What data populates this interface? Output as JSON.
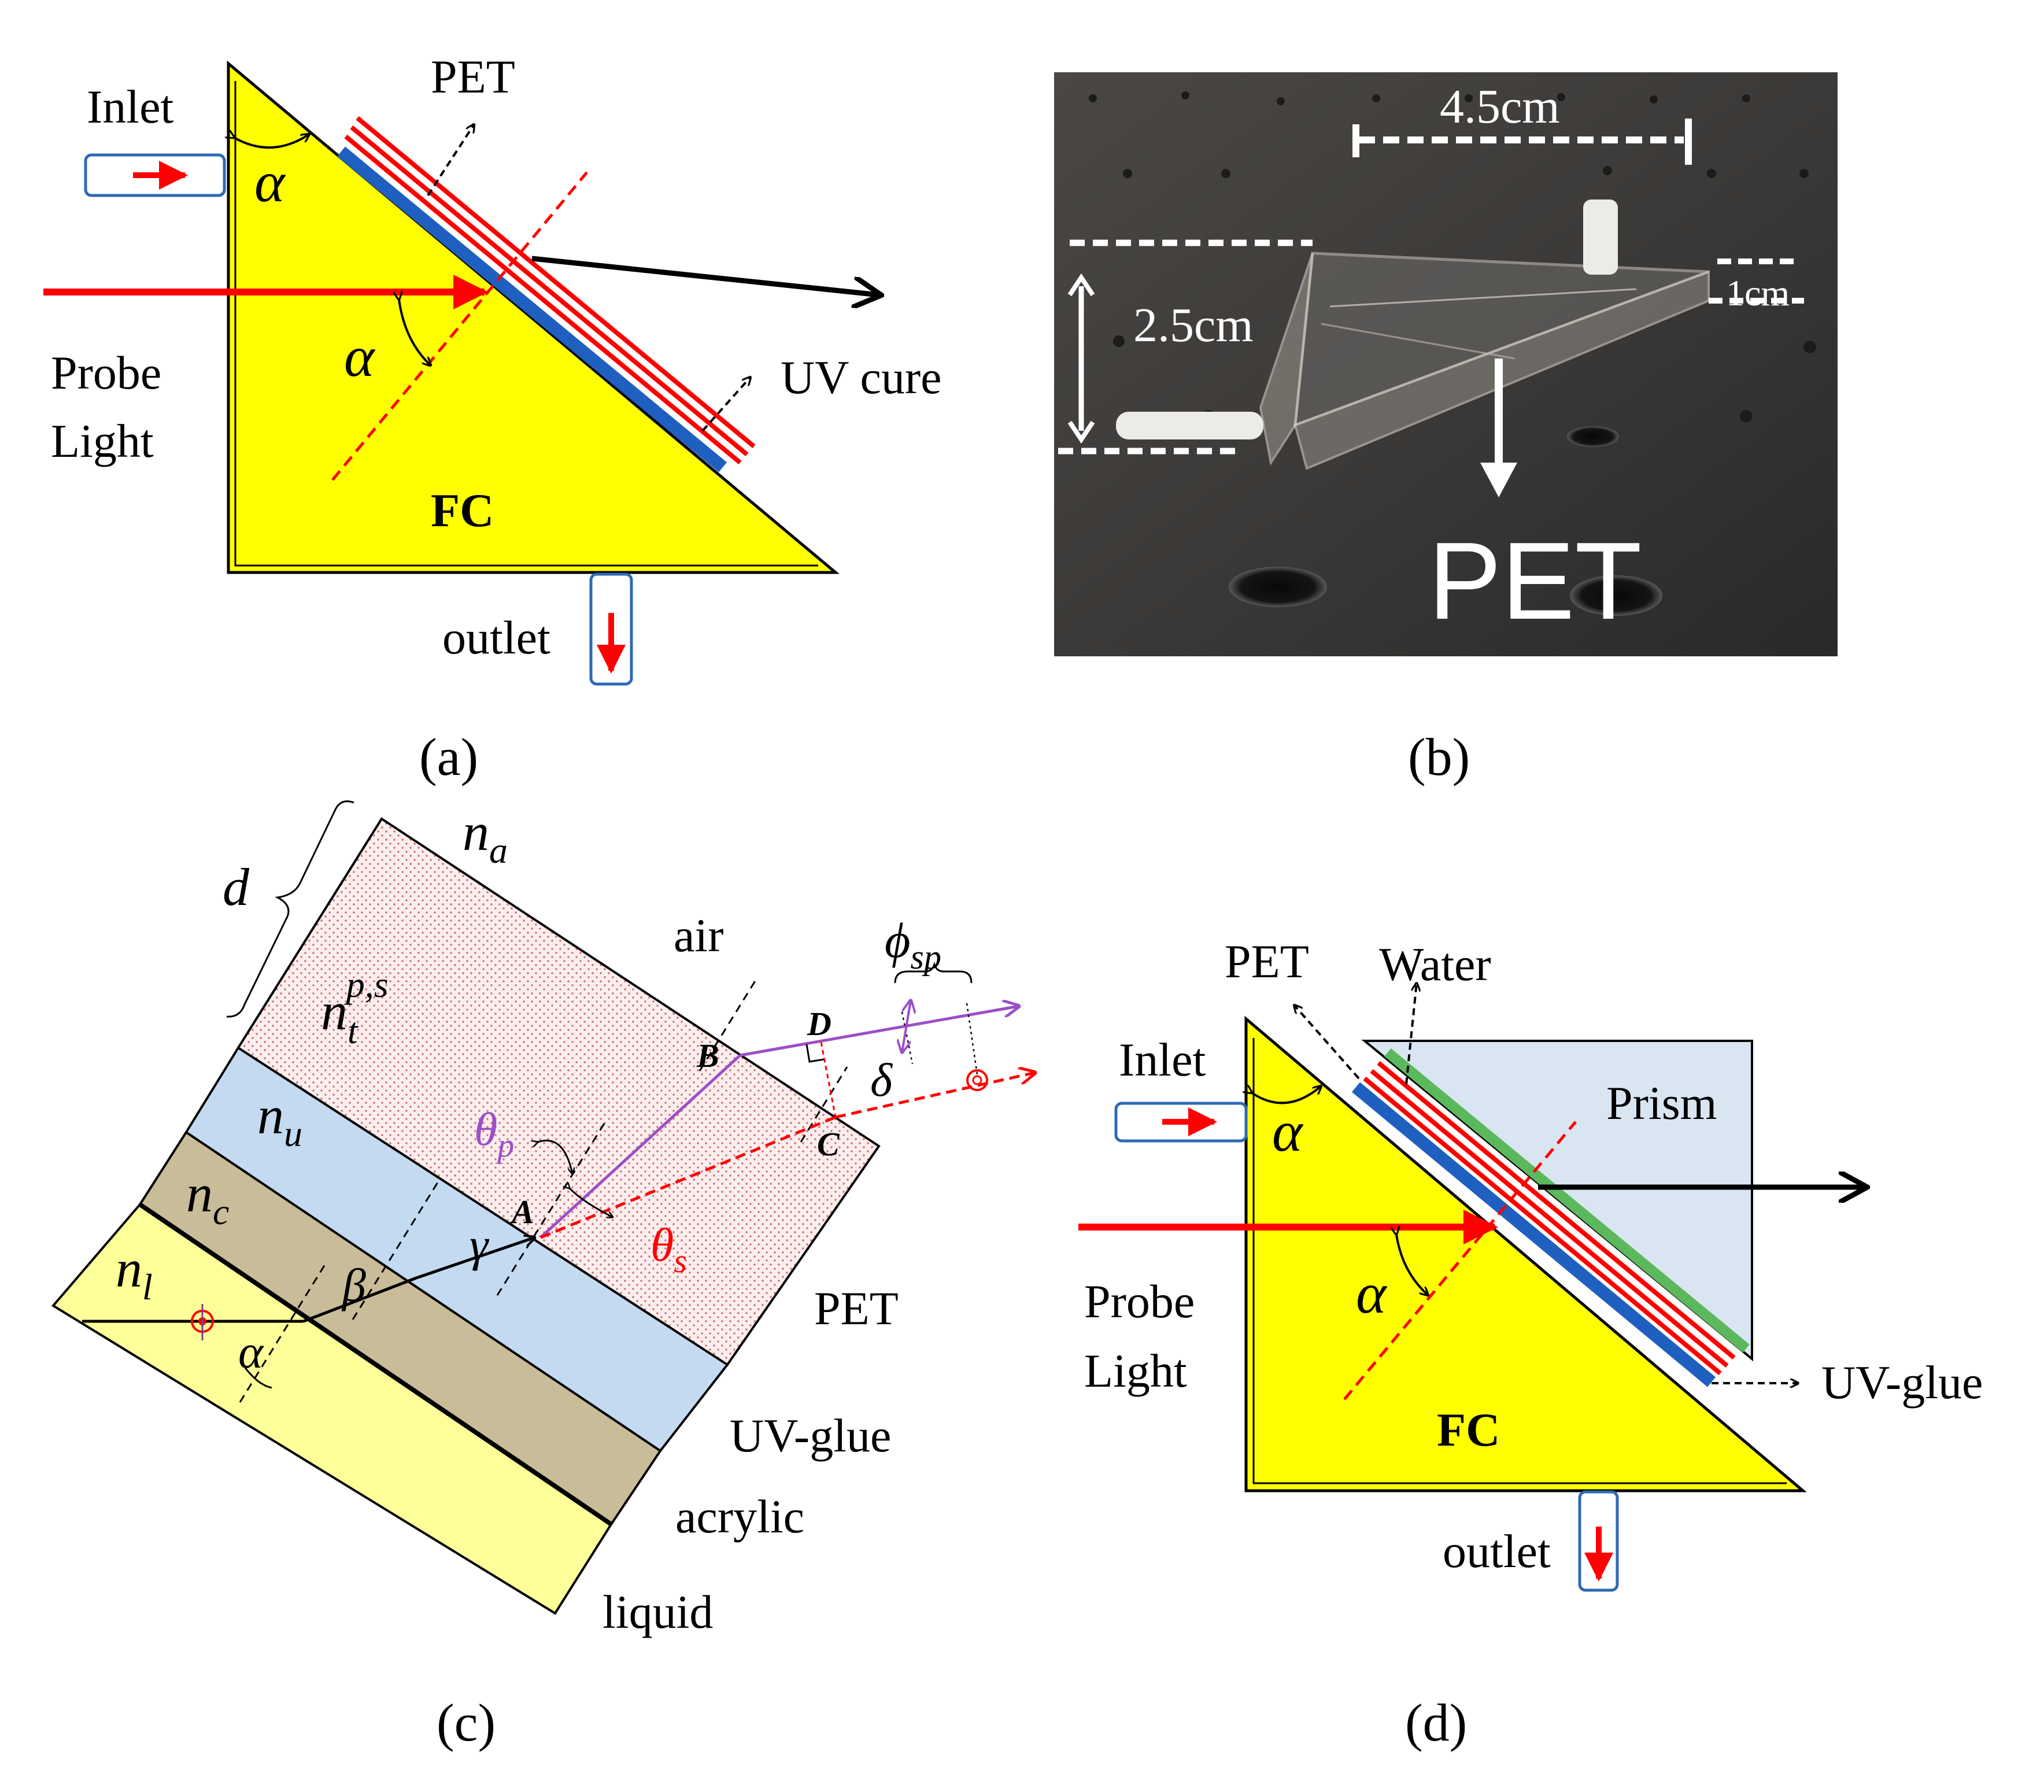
{
  "panel_a": {
    "caption": "(a)",
    "inlet": "Inlet",
    "pet": "PET",
    "alpha": "α",
    "probe": "Probe",
    "light": "Light",
    "uv_cure": "UV cure",
    "fc": "FC",
    "outlet": "outlet"
  },
  "panel_b": {
    "caption": "(b)",
    "dim_length": "4.5cm",
    "dim_height": "2.5cm",
    "dim_depth": "1cm",
    "pet": "PET"
  },
  "panel_c": {
    "caption": "(c)",
    "d": "d",
    "n_a_base": "n",
    "n_a_sub": "a",
    "n_t_base": "n",
    "n_t_sub": "t",
    "n_t_sup": "p,s",
    "n_u_base": "n",
    "n_u_sub": "u",
    "n_c_base": "n",
    "n_c_sub": "c",
    "n_l_base": "n",
    "n_l_sub": "l",
    "air": "air",
    "pet": "PET",
    "uv_glue": "UV-glue",
    "acrylic": "acrylic",
    "liquid": "liquid",
    "phi_base": "ϕ",
    "phi_sub": "sp",
    "theta_p_base": "θ",
    "theta_p_sub": "p",
    "theta_s_base": "θ",
    "theta_s_sub": "s",
    "delta": "δ",
    "gamma": "γ",
    "beta": "β",
    "alpha": "α",
    "pt_a": "A",
    "pt_b": "B",
    "pt_c": "C",
    "pt_d": "D"
  },
  "panel_d": {
    "caption": "(d)",
    "pet": "PET",
    "water": "Water",
    "inlet": "Inlet",
    "prism": "Prism",
    "alpha": "α",
    "probe": "Probe",
    "light": "Light",
    "fc": "FC",
    "uv_glue": "UV-glue",
    "outlet": "outlet"
  },
  "colors": {
    "fc_yellow": "#ffff00",
    "liquid_yellow": "#ffff99",
    "red": "#ff0000",
    "blue_layer": "#1f5fbf",
    "green_layer": "#5cb85c",
    "uv_glue_fill": "#c4daf0",
    "acrylic_fill": "#c9bc98",
    "pet_dots": "#d98a8a",
    "prism_fill": "#d9e5f1",
    "purple": "#9b4fc8",
    "tube_blue": "#2e6ab5"
  }
}
